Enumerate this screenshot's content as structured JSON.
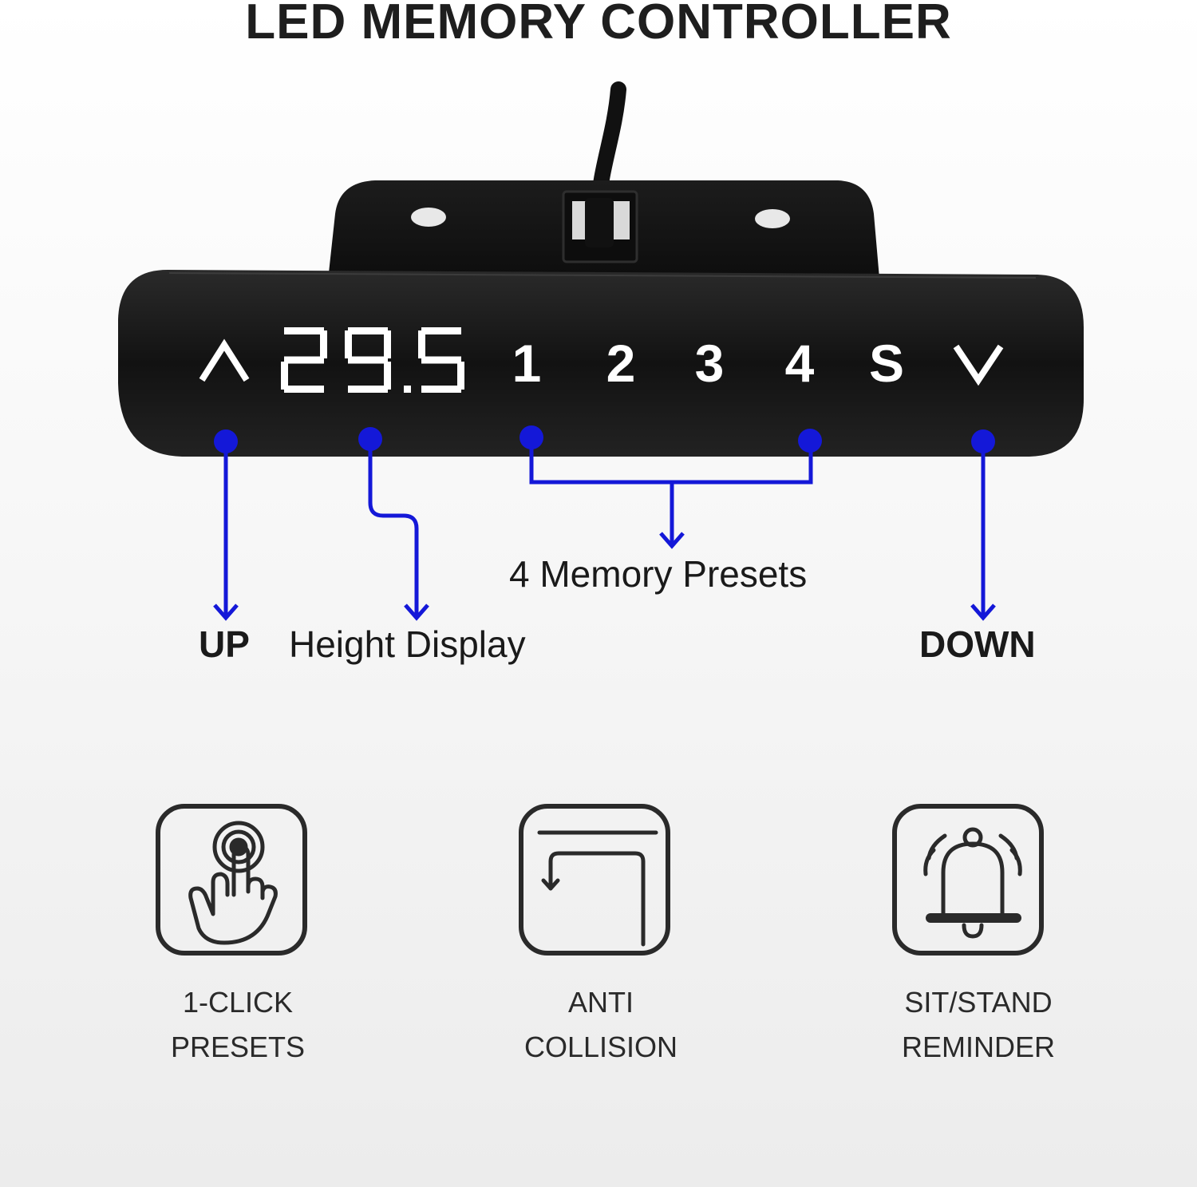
{
  "title": "LED MEMORY CONTROLLER",
  "controller": {
    "up_symbol": "^",
    "display_value": "29.5",
    "preset_buttons": [
      "1",
      "2",
      "3",
      "4"
    ],
    "save_button": "S",
    "down_symbol": "v"
  },
  "callouts": {
    "up": "UP",
    "height_display": "Height Display",
    "memory_presets": "4 Memory Presets",
    "down": "DOWN"
  },
  "features": [
    {
      "icon": "touch-press-icon",
      "line1": "1-CLICK",
      "line2": "PRESETS"
    },
    {
      "icon": "anti-collision-icon",
      "line1": "ANTI",
      "line2": "COLLISION"
    },
    {
      "icon": "bell-alarm-icon",
      "line1": "SIT/STAND",
      "line2": "REMINDER"
    }
  ],
  "colors": {
    "callout_blue": "#1418d8",
    "controller_body": "#1b1b1b",
    "display_text": "#ffffff"
  }
}
